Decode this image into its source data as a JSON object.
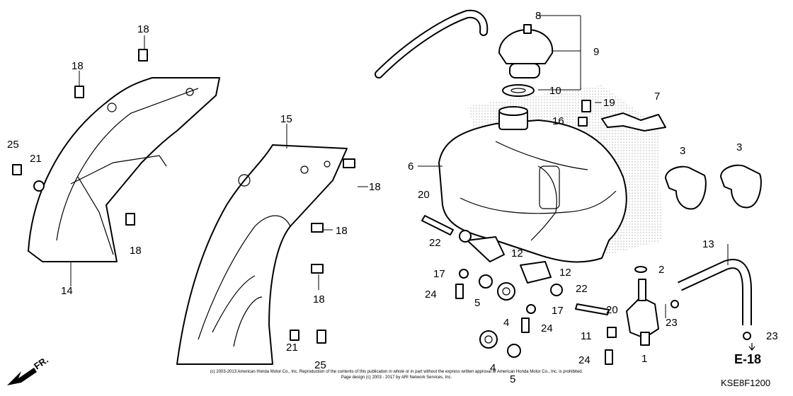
{
  "callouts": {
    "c1": "1",
    "c2": "2",
    "c3a": "3",
    "c3b": "3",
    "c4a": "4",
    "c4b": "4",
    "c5a": "5",
    "c5b": "5",
    "c6": "6",
    "c7": "7",
    "c8": "8",
    "c9": "9",
    "c10": "10",
    "c11": "11",
    "c12a": "12",
    "c12b": "12",
    "c13": "13",
    "c14": "14",
    "c15": "15",
    "c16": "16",
    "c17a": "17",
    "c17b": "17",
    "c18a": "18",
    "c18b": "18",
    "c18c": "18",
    "c18d": "18",
    "c18e": "18",
    "c18f": "18",
    "c19": "19",
    "c20a": "20",
    "c20b": "20",
    "c21a": "21",
    "c21b": "21",
    "c22a": "22",
    "c22b": "22",
    "c23a": "23",
    "c23b": "23",
    "c24a": "24",
    "c24b": "24",
    "c24c": "24",
    "c25a": "25",
    "c25b": "25"
  },
  "reference_tag": "E-18",
  "direction_label": "FR.",
  "diagram_code": "KSE8F1200",
  "copyright_line1": "(c) 2003-2013 American Honda Motor Co., Inc. Reproduction of the contents of this publication in whole or in part without the express written approval of American Honda Motor Co., Inc. is prohibited.",
  "copyright_line2": "Page design (c) 2003 - 2017 by ARI Network Services, Inc."
}
